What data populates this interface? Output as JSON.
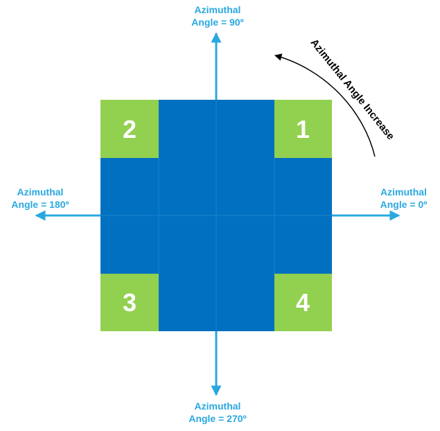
{
  "colors": {
    "arrow": "#29a8e0",
    "corner_cell": "#92d050",
    "inner_cell": "#0070c0",
    "grid_line": "#1b84cc",
    "corner_number": "#ffffff",
    "rotation_arrow": "#000000"
  },
  "labels": {
    "top": {
      "line1": "Azimuthal",
      "line2": "Angle = 90º"
    },
    "right": {
      "line1": "Azimuthal",
      "line2": "Angle = 0º"
    },
    "left": {
      "line1": "Azimuthal",
      "line2": "Angle = 180º"
    },
    "bottom": {
      "line1": "Azimuthal",
      "line2": "Angle = 270º"
    }
  },
  "corners": {
    "top_right": "1",
    "top_left": "2",
    "bottom_left": "3",
    "bottom_right": "4"
  },
  "rotation_label": "Azimuthal Angle Increase"
}
